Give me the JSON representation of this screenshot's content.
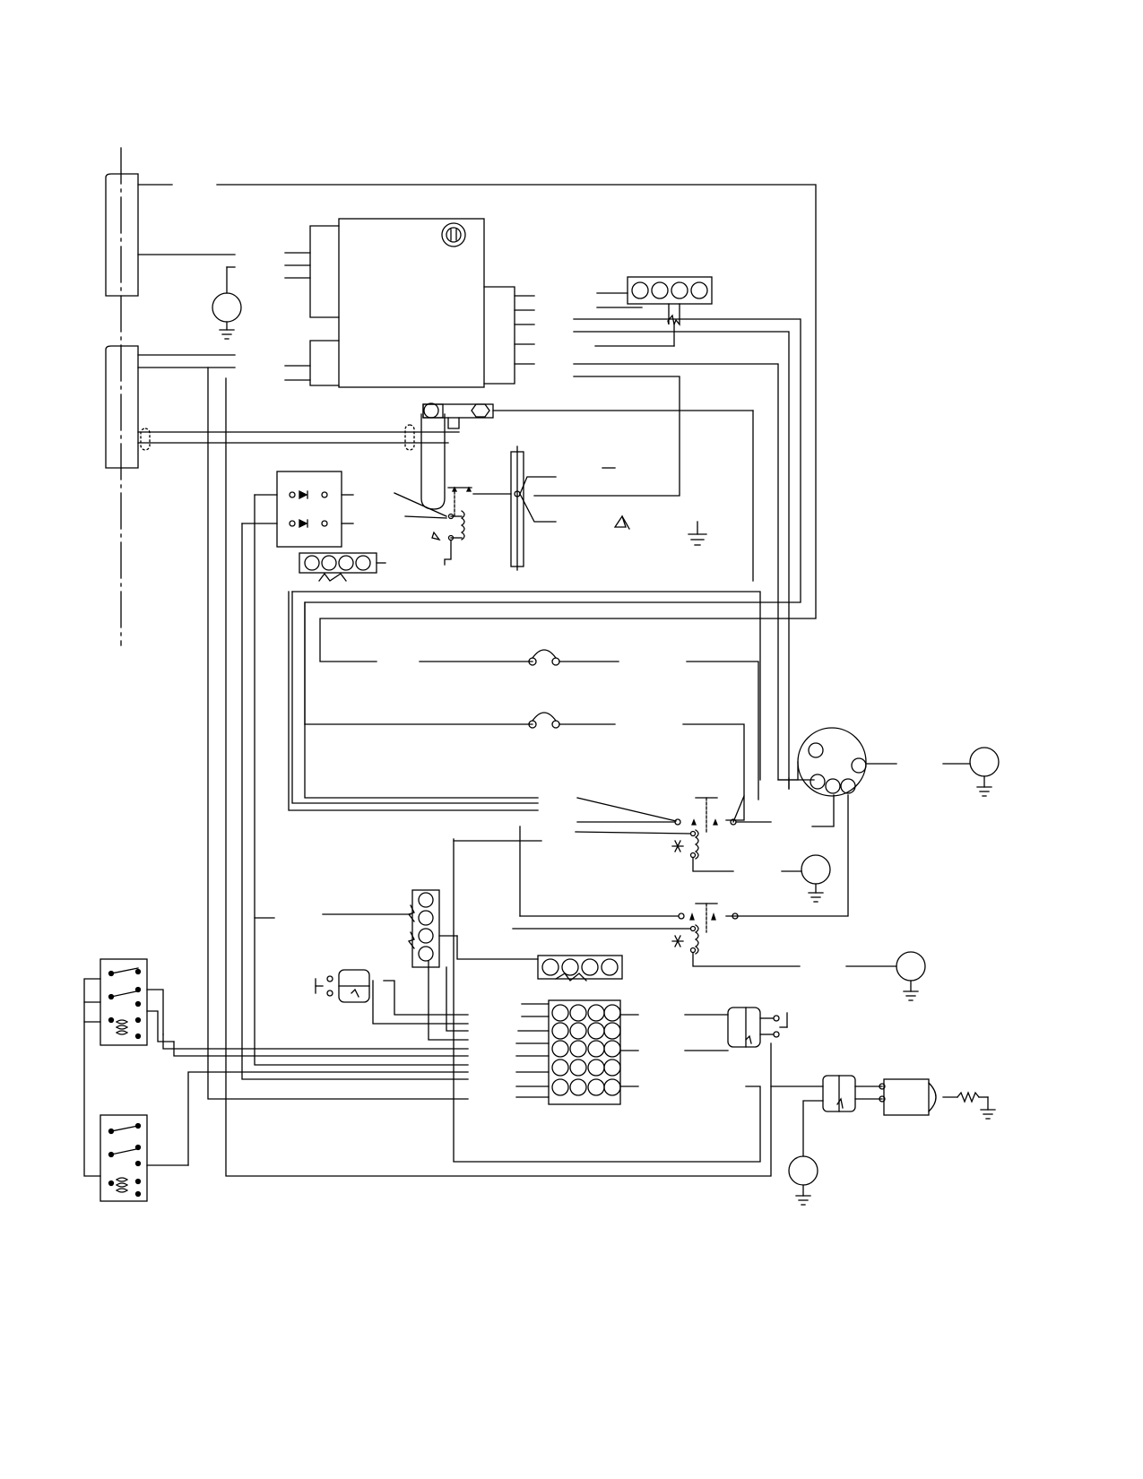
{
  "diagram": {
    "type": "wiring-schematic",
    "stroke_color": "#000000",
    "background_color": "#ffffff",
    "text_labels": [],
    "components": [
      {
        "name": "left-connector-upper-bar",
        "kind": "connector-bar"
      },
      {
        "name": "left-connector-lower-bar",
        "kind": "connector-bar"
      },
      {
        "name": "control-module",
        "kind": "module-box"
      },
      {
        "name": "module-fuse",
        "kind": "fuse-holder"
      },
      {
        "name": "ground-circle-1",
        "kind": "ground-point"
      },
      {
        "name": "connector-4pin-a",
        "kind": "4-pin-connector"
      },
      {
        "name": "shunt-bar",
        "kind": "terminal-strip"
      },
      {
        "name": "diode-assembly",
        "kind": "diode-pair"
      },
      {
        "name": "relay-1",
        "kind": "relay"
      },
      {
        "name": "bus-bar",
        "kind": "bus-bar"
      },
      {
        "name": "connector-4pin-b",
        "kind": "4-pin-connector"
      },
      {
        "name": "circuit-breaker-1",
        "kind": "breaker"
      },
      {
        "name": "circuit-breaker-2",
        "kind": "breaker"
      },
      {
        "name": "round-connector",
        "kind": "circular-connector"
      },
      {
        "name": "relay-2",
        "kind": "relay"
      },
      {
        "name": "relay-3",
        "kind": "relay"
      },
      {
        "name": "connector-vertical-4pin",
        "kind": "4-pin-connector"
      },
      {
        "name": "connector-4pin-c",
        "kind": "4-pin-connector"
      },
      {
        "name": "terminal-block-20pin",
        "kind": "terminal-block"
      },
      {
        "name": "switch-left",
        "kind": "push-switch"
      },
      {
        "name": "switch-right",
        "kind": "push-switch"
      },
      {
        "name": "left-relay-panel-top",
        "kind": "relay-panel"
      },
      {
        "name": "left-relay-panel-bottom",
        "kind": "relay-panel"
      },
      {
        "name": "lamp-connector",
        "kind": "inline-connector"
      },
      {
        "name": "lamp-housing",
        "kind": "lamp"
      },
      {
        "name": "ground-circle-2",
        "kind": "ground-point"
      },
      {
        "name": "ground-circle-3",
        "kind": "ground-point"
      },
      {
        "name": "ground-circle-4",
        "kind": "ground-point"
      },
      {
        "name": "ground-circle-5",
        "kind": "ground-point"
      }
    ]
  }
}
